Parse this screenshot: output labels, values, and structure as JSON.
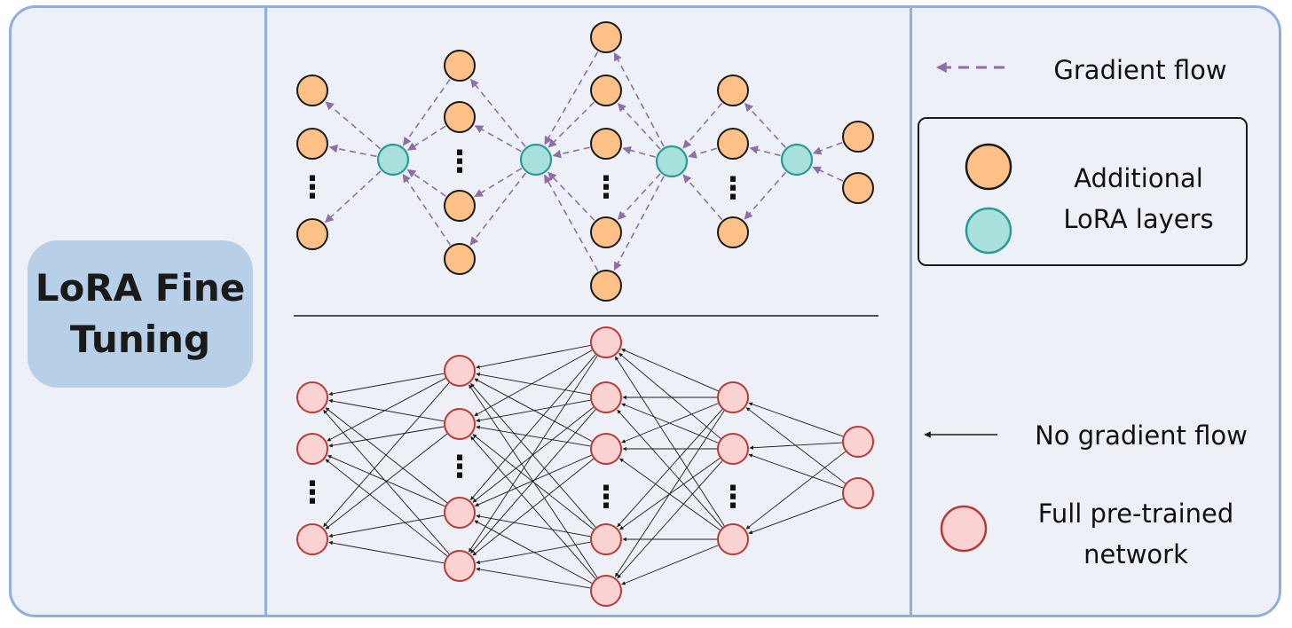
{
  "title": "LoRA Fine\nTuning",
  "legend": {
    "gradient_flow": "Gradient flow",
    "additional_lora": "Additional\nLoRA layers",
    "no_gradient_flow": "No gradient flow",
    "full_pretrained": "Full pre-trained\nnetwork"
  },
  "ellipsis": "⋮",
  "colors": {
    "frame_border": "#8fb0dc",
    "background": "#edf1f7",
    "title_box": "#b8cfe8",
    "lora_node_fill": "#fdc187",
    "lora_bottleneck_fill": "#a8e0dc",
    "lora_bottleneck_stroke": "#2a9a96",
    "pretrained_node_fill": "#fbd2d2",
    "pretrained_node_stroke": "#b83a34",
    "gradient_arrow": "#8e6ea6",
    "no_gradient_arrow": "#1a1a1a"
  },
  "icons": {
    "gradient_flow_arrow": "dashed-arrow-left-icon",
    "no_gradient_arrow": "solid-arrow-left-icon"
  }
}
